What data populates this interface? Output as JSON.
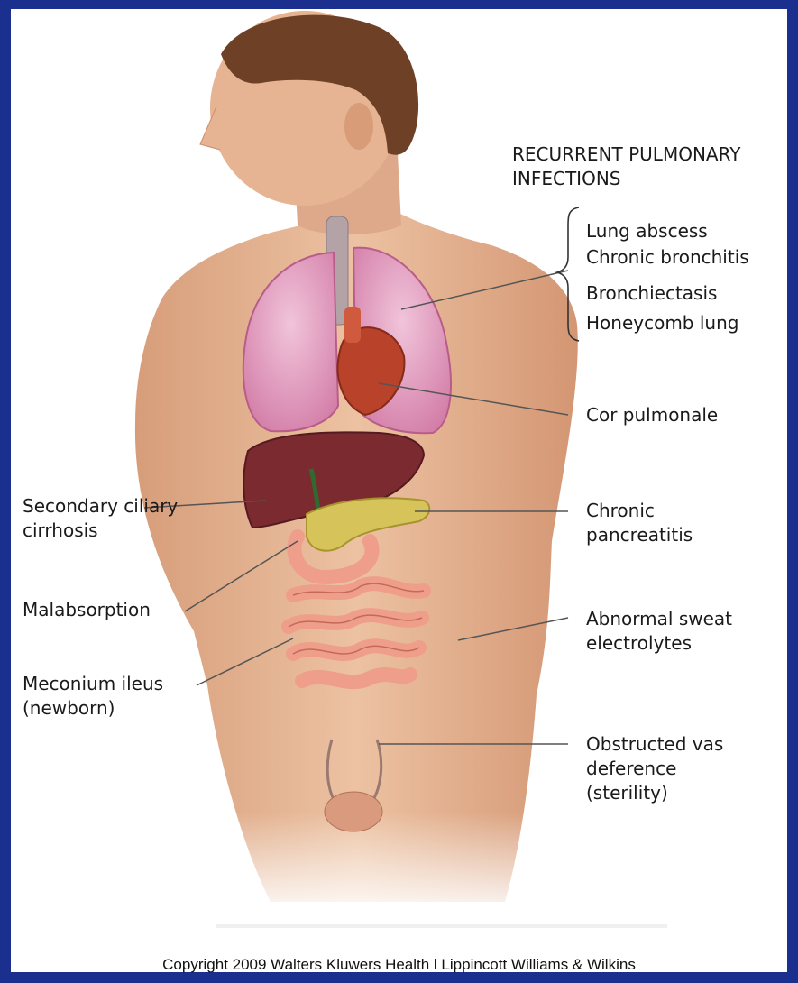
{
  "labels": {
    "recurrent_heading": "RECURRENT PULMONARY INFECTIONS",
    "lung_abscess": "Lung abscess",
    "chronic_bronchitis": "Chronic bronchitis",
    "bronchiectasis": "Bronchiectasis",
    "honeycomb_lung": "Honeycomb lung",
    "cor_pulmonale": "Cor pulmonale",
    "secondary_ciliary_cirrhosis": "Secondary ciliary cirrhosis",
    "chronic_pancreatitis": "Chronic pancreatitis",
    "malabsorption": "Malabsorption",
    "abnormal_sweat_electrolytes": "Abnormal sweat electrolytes",
    "meconium_ileus": "Meconium ileus (newborn)",
    "obstructed_vas_deferens": "Obstructed vas deference (sterility)"
  },
  "footer": {
    "copyright": "Copyright 2009 Walters Kluwers Health l Lippincott Williams & Wilkins"
  },
  "colors": {
    "frame_border": "#1b2f8f",
    "skin": "#e7b896",
    "lungs": "#e3a3c3",
    "heart": "#b8422a",
    "liver": "#7b2a30",
    "pancreas": "#d6c45a",
    "intestine": "#ee9e8a"
  }
}
